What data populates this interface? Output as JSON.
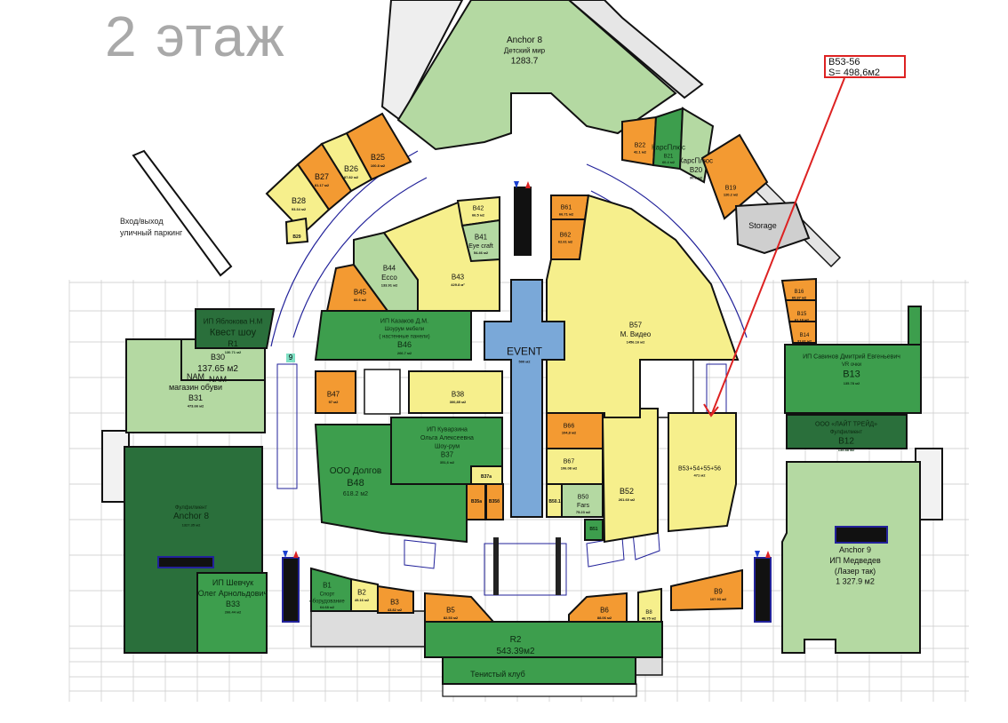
{
  "title": "2 этаж",
  "annotation": {
    "line1": "B53-56",
    "line2": "S= 498,6м2"
  },
  "entry": {
    "line1": "Вход/выход",
    "line2": "уличный паркинг"
  },
  "marker": "9",
  "colors": {
    "orange": "#f39a32",
    "yellow": "#f6ef8c",
    "light_green": "#b4d9a2",
    "green": "#3d9e4d",
    "dark_green": "#2a6f3b",
    "event": "#7aa8d8",
    "grey": "#cfcfcf",
    "annotation": "#dd2222"
  },
  "rooms": [
    {
      "id": "anchor8-top",
      "color": "light_green",
      "lines": [
        "Anchor 8",
        "Детский мир",
        "1283.7"
      ]
    },
    {
      "id": "b25",
      "color": "orange",
      "lines": [
        "B25",
        "100.8 м2"
      ]
    },
    {
      "id": "b26",
      "color": "yellow",
      "lines": [
        "B26",
        "87.82 м2"
      ]
    },
    {
      "id": "b27",
      "color": "orange",
      "lines": [
        "B27",
        "81.17 м2"
      ]
    },
    {
      "id": "b28",
      "color": "yellow",
      "lines": [
        "B28",
        "93.34 м2"
      ]
    },
    {
      "id": "b29",
      "color": "yellow",
      "lines": [
        "B29"
      ]
    },
    {
      "id": "b22",
      "color": "orange",
      "lines": [
        "B22",
        "42.1 м2"
      ]
    },
    {
      "id": "b21",
      "color": "green",
      "lines": [
        "КарсПлюс",
        "B21",
        "60.4 м2"
      ]
    },
    {
      "id": "b20",
      "color": "light_green",
      "lines": [
        "КарсПлюс",
        "B20",
        "90.3 м2"
      ]
    },
    {
      "id": "b19",
      "color": "orange",
      "lines": [
        "B19",
        "120.2 м2"
      ]
    },
    {
      "id": "storage",
      "color": "grey",
      "lines": [
        "Storage"
      ]
    },
    {
      "id": "b16",
      "color": "orange",
      "lines": [
        "B16",
        "60.37 м2"
      ]
    },
    {
      "id": "b15",
      "color": "orange",
      "lines": [
        "B15",
        "61.18 м2"
      ]
    },
    {
      "id": "b14",
      "color": "orange",
      "lines": [
        "B14",
        "31.61 м2"
      ]
    },
    {
      "id": "b13",
      "color": "green",
      "lines": [
        "ИП Савинов Дмитрий Евгеньевич",
        "VR очки",
        "B13",
        "135.78 м2"
      ]
    },
    {
      "id": "b12",
      "color": "dark_green",
      "lines": [
        "ООО «ЛАЙТ ТРЕЙД»",
        "Фулфилмент",
        "B12",
        "135.88 м2"
      ]
    },
    {
      "id": "anchor9",
      "color": "light_green",
      "lines": [
        "Anchor 9",
        "ИП Медведев",
        "(Лазер так)",
        "1 327.9 м2"
      ]
    },
    {
      "id": "b9",
      "color": "orange",
      "lines": [
        "B9",
        "107.93 м2"
      ]
    },
    {
      "id": "b8",
      "color": "yellow",
      "lines": [
        "B8",
        "46.75 м2"
      ]
    },
    {
      "id": "b6",
      "color": "orange",
      "lines": [
        "B6",
        "88.06 м2"
      ]
    },
    {
      "id": "r2",
      "color": "green",
      "lines": [
        "R2",
        "543.39м2"
      ]
    },
    {
      "id": "tennis",
      "color": "green",
      "lines": [
        "Тенистый клуб"
      ]
    },
    {
      "id": "b5",
      "color": "orange",
      "lines": [
        "B5",
        "82.53 м2"
      ]
    },
    {
      "id": "b3",
      "color": "orange",
      "lines": [
        "B3",
        "43.82 м2"
      ]
    },
    {
      "id": "b2",
      "color": "yellow",
      "lines": [
        "B2",
        "49.16 м2"
      ]
    },
    {
      "id": "b1",
      "color": "green",
      "lines": [
        "B1",
        "Спорт",
        "оборудование",
        "64.68 м2"
      ]
    },
    {
      "id": "anchor8-left",
      "color": "dark_green",
      "lines": [
        "Фулфилмент",
        "Anchor 8",
        "1327.35 м2"
      ]
    },
    {
      "id": "b33",
      "color": "green",
      "lines": [
        "ИП Шевчук",
        "Олег Арнольдович",
        "B33",
        "266.44 м2"
      ]
    },
    {
      "id": "b31",
      "color": "light_green",
      "lines": [
        "NAM",
        "магазин обуви",
        "B31",
        "473.66 м2"
      ]
    },
    {
      "id": "b30",
      "color": "light_green",
      "lines": [
        "B30",
        "137.65 м2",
        "NAM"
      ]
    },
    {
      "id": "r1",
      "color": "dark_green",
      "lines": [
        "ИП Яблокова Н.М",
        "Квест шоу",
        "R1",
        "130.71 м2"
      ]
    },
    {
      "id": "b46",
      "color": "green",
      "lines": [
        "ИП Казаков Д.М.",
        "Шоурум мебели",
        "( настенные панели)",
        "B46",
        "266.7 м2"
      ]
    },
    {
      "id": "b45",
      "color": "orange",
      "lines": [
        "B45",
        "83.6 м2"
      ]
    },
    {
      "id": "b44",
      "color": "light_green",
      "lines": [
        "B44",
        "Ecco",
        "133.91 м2"
      ]
    },
    {
      "id": "b43",
      "color": "yellow",
      "lines": [
        "B43",
        "429.8 м²"
      ]
    },
    {
      "id": "b42",
      "color": "yellow",
      "lines": [
        "B42",
        "66.5 м2"
      ]
    },
    {
      "id": "b41",
      "color": "light_green",
      "lines": [
        "B41",
        "Eye craft",
        "54.46 м2"
      ]
    },
    {
      "id": "b61",
      "color": "orange",
      "lines": [
        "B61",
        "66.71 м2"
      ]
    },
    {
      "id": "b62",
      "color": "orange",
      "lines": [
        "B62",
        "62.61 м2"
      ]
    },
    {
      "id": "b57",
      "color": "yellow",
      "lines": [
        "B57",
        "М. Видео",
        "1456.16 м2"
      ]
    },
    {
      "id": "event",
      "color": "event",
      "lines": [
        "EVENT",
        "500 м2"
      ]
    },
    {
      "id": "b47",
      "color": "orange",
      "lines": [
        "B47",
        "97 м2"
      ]
    },
    {
      "id": "b38",
      "color": "yellow",
      "lines": [
        "B38",
        "300,85 м2"
      ]
    },
    {
      "id": "b37",
      "color": "green",
      "lines": [
        "ИП Куварзина",
        "Ольга Алексеевна",
        "Шоу-рум",
        "B37",
        "351,6 м2"
      ]
    },
    {
      "id": "b48",
      "color": "green",
      "lines": [
        "ООО Долгов",
        "B48",
        "618.2 м2"
      ]
    },
    {
      "id": "b37a",
      "color": "yellow",
      "lines": [
        "B37a"
      ]
    },
    {
      "id": "b35a",
      "color": "orange",
      "lines": [
        "B35a"
      ]
    },
    {
      "id": "b35b",
      "color": "orange",
      "lines": [
        "B35б"
      ]
    },
    {
      "id": "b66",
      "color": "orange",
      "lines": [
        "B66",
        "104,8 м2"
      ]
    },
    {
      "id": "b67",
      "color": "yellow",
      "lines": [
        "B67",
        "106.08 м2"
      ]
    },
    {
      "id": "b50-1",
      "color": "yellow",
      "lines": [
        "B50.1"
      ]
    },
    {
      "id": "b50",
      "color": "light_green",
      "lines": [
        "B50",
        "Fars",
        "75.23 м2"
      ]
    },
    {
      "id": "b51",
      "color": "green",
      "lines": [
        "B51"
      ]
    },
    {
      "id": "b52",
      "color": "yellow",
      "lines": [
        "B52",
        "261.60 м2"
      ]
    },
    {
      "id": "b53-56",
      "color": "yellow",
      "lines": [
        "B53+54+55+56",
        "471 м2"
      ]
    }
  ]
}
